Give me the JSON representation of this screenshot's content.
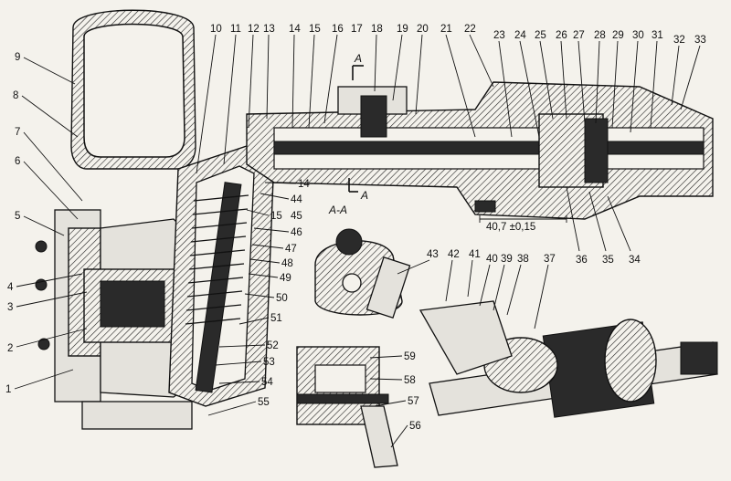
{
  "labels_left": [
    "1",
    "2",
    "3",
    "4",
    "5",
    "6",
    "7",
    "8",
    "9"
  ],
  "labels_top": [
    "10",
    "11",
    "12",
    "13",
    "14",
    "15",
    "16",
    "17",
    "18",
    "19",
    "20",
    "21",
    "22",
    "23",
    "24",
    "25",
    "26",
    "27",
    "28",
    "29",
    "30",
    "31",
    "32",
    "33"
  ],
  "labels_middle": [
    "14",
    "44",
    "15",
    "45",
    "46",
    "47",
    "48",
    "49",
    "50",
    "51",
    "52",
    "53",
    "54",
    "55"
  ],
  "labels_right_lower": [
    "34",
    "35",
    "36",
    "37",
    "38",
    "39",
    "40",
    "41",
    "42",
    "43"
  ],
  "labels_bottom": [
    "56",
    "57",
    "58",
    "59"
  ],
  "section_marks": {
    "top": "A",
    "side": "A",
    "section": "A-A"
  },
  "dimension": "40,7 ±0,15"
}
